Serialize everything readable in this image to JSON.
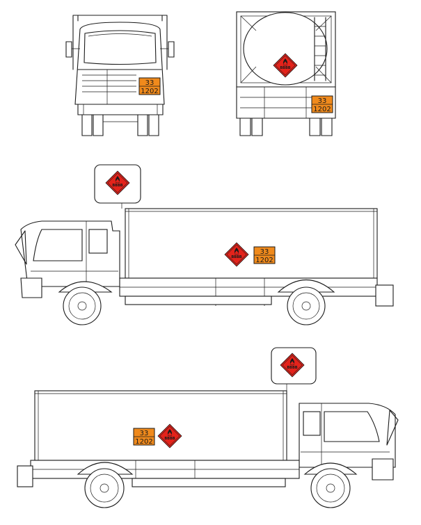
{
  "colors": {
    "plate_orange": "#f08a1c",
    "diamond_red": "#e3231b",
    "line": "#1a1a1a",
    "background": "#ffffff"
  },
  "hazard_plate": {
    "hazard_id": "33",
    "un_number": "1202"
  },
  "diamond_label": {
    "text": "BBBB",
    "icon": "flame-icon"
  },
  "views": [
    {
      "name": "front-view"
    },
    {
      "name": "rear-view"
    },
    {
      "name": "left-side-view"
    },
    {
      "name": "right-side-view"
    }
  ]
}
